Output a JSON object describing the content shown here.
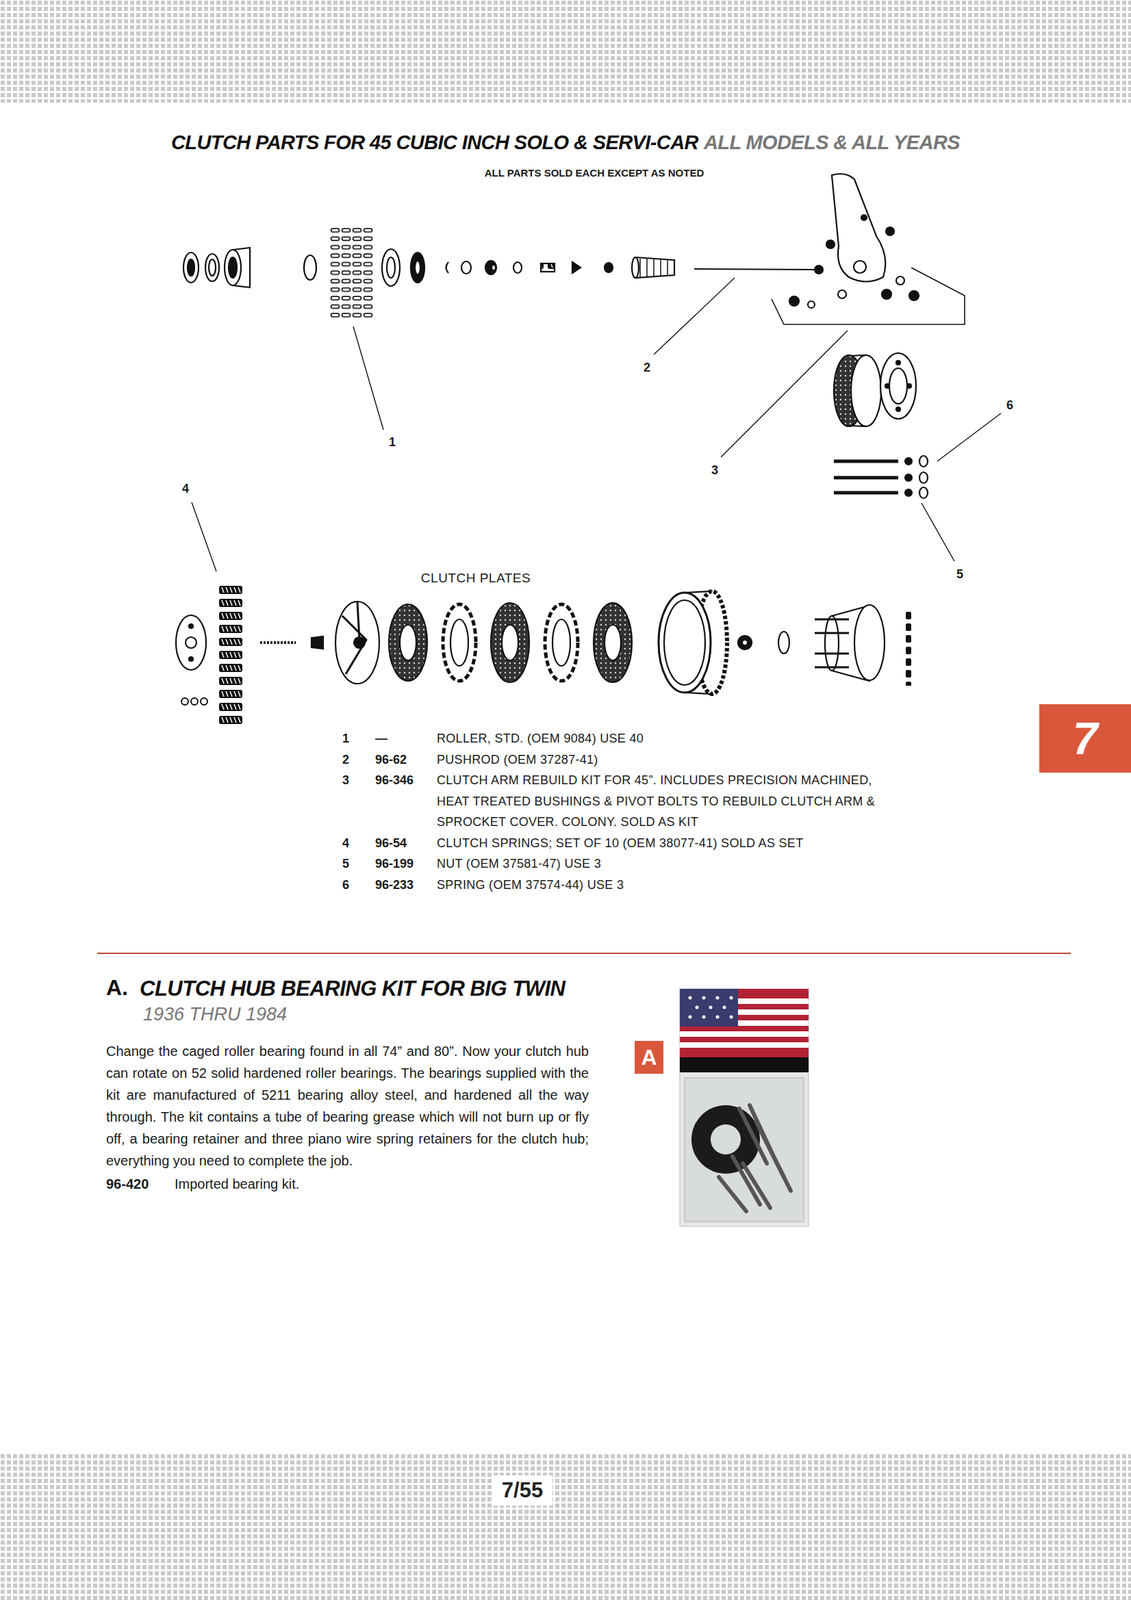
{
  "diagram": {
    "title": "CLUTCH PARTS FOR 45 CUBIC INCH SOLO & SERVI-CAR",
    "nodes": [
      {
        "text": [
          "7"
        ]
      },
      {
        "text": [
          "A"
        ]
      }
    ],
    "labels": [
      "ALL MODELS & ALL YEARS",
      "ALL PARTS SOLD EACH EXCEPT AS NOTED",
      "1",
      "2",
      "3",
      "4",
      "5",
      "6",
      "CLUTCH PLATES",
      "1",
      "—",
      "ROLLER, STD. (OEM 9084) USE 40",
      "2",
      "96-62",
      "PUSHROD (OEM 37287-41)",
      "3",
      "96-346",
      "CLUTCH ARM REBUILD KIT FOR 45”. INCLUDES PRECISION MACHINED, HEAT TREATED BUSHINGS & PIVOT BOLTS TO REBUILD CLUTCH ARM & SPROCKET COVER. COLONY. SOLD AS KIT",
      "4",
      "96-54",
      "CLUTCH SPRINGS; SET OF 10 (OEM 38077-41) SOLD AS SET",
      "5",
      "96-199",
      "NUT (OEM 37581-47) USE 3",
      "6",
      "96-233",
      "SPRING (OEM 37574-44) USE 3",
      "A.",
      "CLUTCH HUB BEARING KIT FOR BIG TWIN",
      "1936 THRU 1984",
      "Change the caged roller bearing found in all 74” and 80”. Now your clutch hub can rotate on 52 solid hardened roller bearings. The bearings supplied with the kit are manufactured of 5211 bearing alloy steel, and hardened all the way through. The kit contains a tube of bearing grease which will not burn up or fly off, a bearing retainer and three piano wire spring retainers for the clutch hub; everything you need to complete the job.",
      "96-420",
      "Imported bearing kit.",
      "7/55"
    ]
  }
}
